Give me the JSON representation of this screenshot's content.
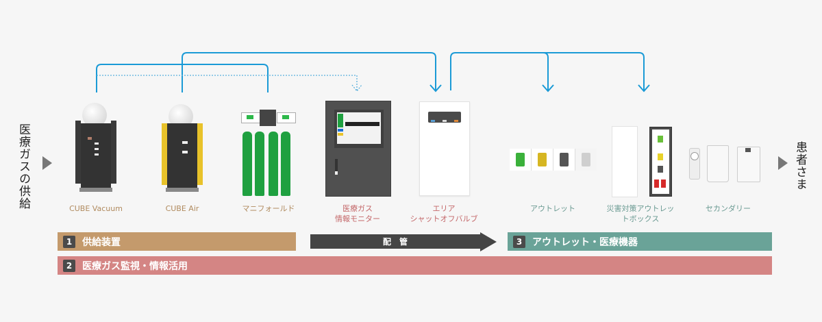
{
  "flow": {
    "start_label": "医療ガスの供給",
    "end_label": "患者さま"
  },
  "devices": [
    {
      "id": "cube-vacuum",
      "label": "CUBE Vacuum",
      "group": "supply"
    },
    {
      "id": "cube-air",
      "label": "CUBE Air",
      "group": "supply"
    },
    {
      "id": "manifold",
      "label": "マニフォールド",
      "group": "supply"
    },
    {
      "id": "monitor",
      "label_line1": "医療ガス",
      "label_line2": "情報モニター",
      "group": "monitoring"
    },
    {
      "id": "area-valve",
      "label_line1": "エリア",
      "label_line2": "シャットオフバルブ",
      "group": "monitoring"
    },
    {
      "id": "outlet",
      "label": "アウトレット",
      "group": "outlet"
    },
    {
      "id": "disaster-box",
      "label_line1": "災害対策アウトレッ",
      "label_line2": "トボックス",
      "group": "outlet"
    },
    {
      "id": "secondary",
      "label": "セカンダリー",
      "group": "outlet"
    }
  ],
  "bands": {
    "supply": {
      "num": "1",
      "label": "供給装置"
    },
    "piping": {
      "label": "配　管"
    },
    "outlet": {
      "num": "3",
      "label": "アウトレット・医療機器"
    },
    "monitoring": {
      "num": "2",
      "label": "医療ガス監視・情報活用"
    }
  },
  "colors": {
    "background": "#f6f6f6",
    "supply_band": "#c49a6c",
    "piping_band": "#454545",
    "outlet_band": "#6aa398",
    "monitoring_band": "#d48584",
    "pipe_line": "#1a9ad6",
    "label_brown": "#b08a5e",
    "label_red": "#c4686a",
    "label_teal": "#6a9a92"
  }
}
